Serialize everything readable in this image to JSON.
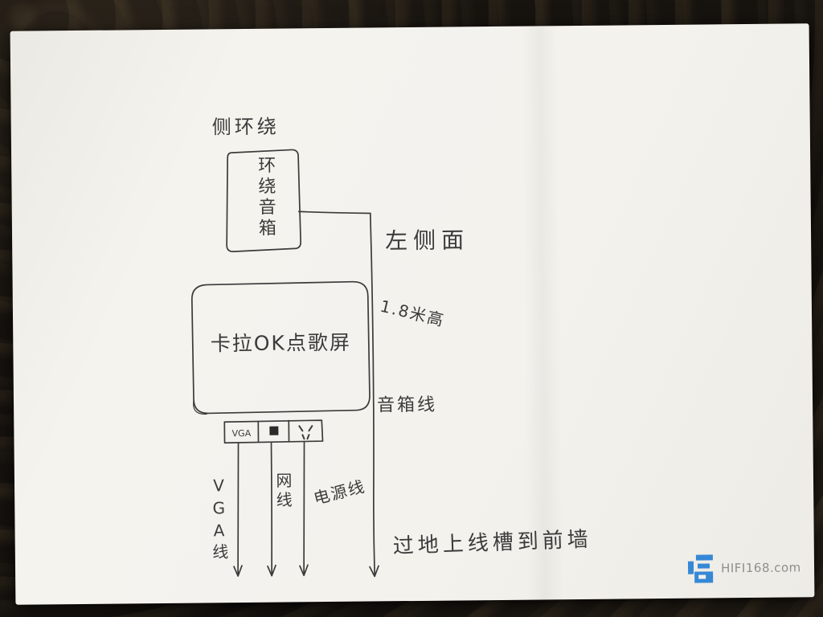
{
  "diagram": {
    "top_label": "侧环绕",
    "surround_box_label": "环绕音箱",
    "left_side_label": "左侧面",
    "height_label": "1.8米高",
    "screen_label": "卡拉OK点歌屏",
    "speaker_wire_label": "音箱线",
    "vga_port_label": "VGA",
    "vga_cable_label": "VGA线",
    "network_cable_label": "网线",
    "power_cable_label": "电源线",
    "bottom_label": "过地上线槽到前墙"
  },
  "watermark": {
    "site": "HIFI168.com"
  },
  "colors": {
    "ink": "#3b3b3b",
    "paper": "#f3f1ec",
    "background": "#17130f",
    "watermark_blue": "#3588d6",
    "watermark_gray": "#8e8e8e"
  }
}
